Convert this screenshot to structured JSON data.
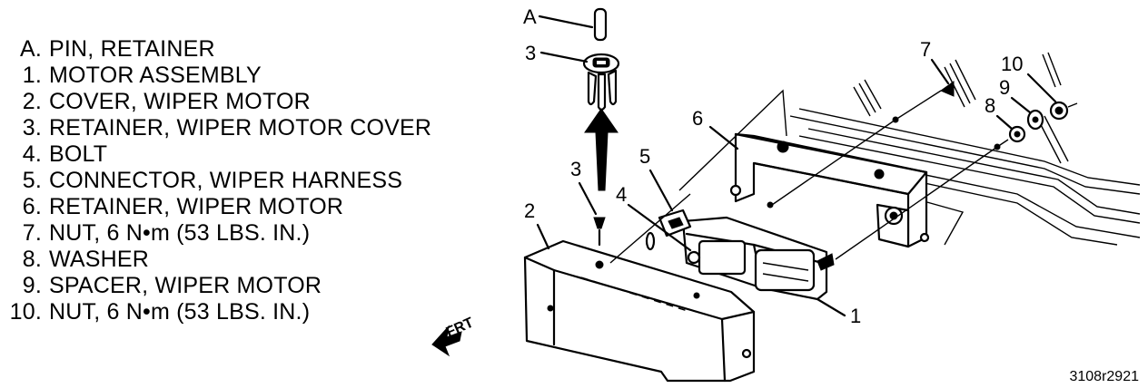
{
  "legend": [
    {
      "key": "A.",
      "text": "PIN, RETAINER"
    },
    {
      "key": "1.",
      "text": "MOTOR ASSEMBLY"
    },
    {
      "key": "2.",
      "text": "COVER, WIPER MOTOR"
    },
    {
      "key": "3.",
      "text": "RETAINER, WIPER MOTOR COVER"
    },
    {
      "key": "4.",
      "text": "BOLT"
    },
    {
      "key": "5.",
      "text": "CONNECTOR, WIPER HARNESS"
    },
    {
      "key": "6.",
      "text": "RETAINER, WIPER MOTOR"
    },
    {
      "key": "7.",
      "text": "NUT, 6 N•m (53 LBS. IN.)"
    },
    {
      "key": "8.",
      "text": "WASHER"
    },
    {
      "key": "9.",
      "text": "SPACER, WIPER MOTOR"
    },
    {
      "key": "10.",
      "text": "NUT, 6 N•m (53 LBS. IN.)"
    }
  ],
  "callouts": {
    "a": "A",
    "c3_top": "3",
    "c3_mid": "3",
    "c2": "2",
    "c4": "4",
    "c5": "5",
    "c6": "6",
    "c7": "7",
    "c8": "8",
    "c9": "9",
    "c10": "10",
    "c1": "1"
  },
  "direction_label": "FRT",
  "figure_id": "3108r2921"
}
